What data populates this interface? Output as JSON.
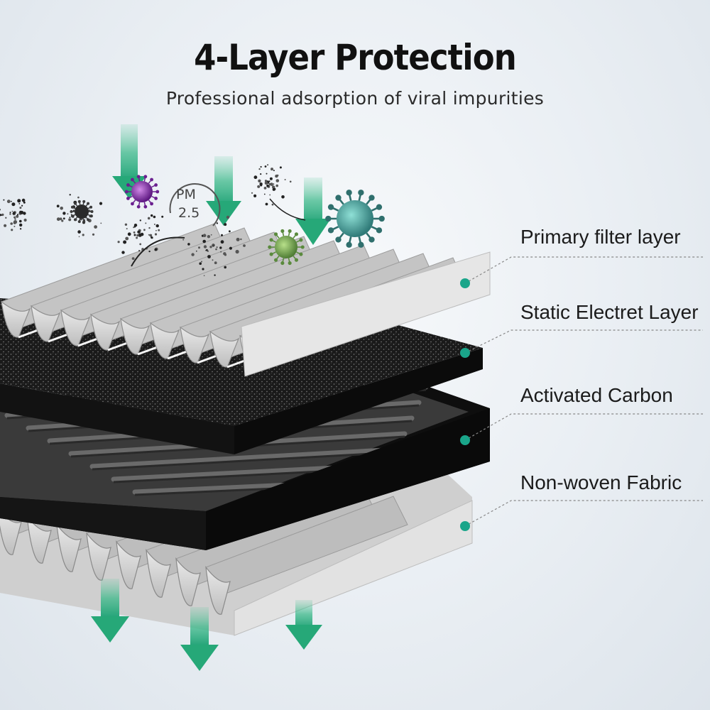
{
  "header": {
    "title": "4-Layer Protection",
    "subtitle": "Professional adsorption of viral impurities"
  },
  "badge": {
    "line1": "PM",
    "line2": "2.5"
  },
  "layers": [
    {
      "label": "Primary filter layer"
    },
    {
      "label": "Static Electret Layer"
    },
    {
      "label": "Activated Carbon"
    },
    {
      "label": "Non-woven Fabric"
    }
  ],
  "colors": {
    "accent": "#1fa783",
    "arrow": "#3cb98a",
    "marker": "#1aa58a",
    "virus_purple": "#7b2a9e",
    "virus_teal": "#3b8c88",
    "virus_green": "#6c9b52",
    "carbon": "#111111",
    "filter_paper": "#d9d9d9"
  },
  "icons": [
    "down-arrow-icon",
    "virus-icon",
    "dust-particle-icon"
  ]
}
